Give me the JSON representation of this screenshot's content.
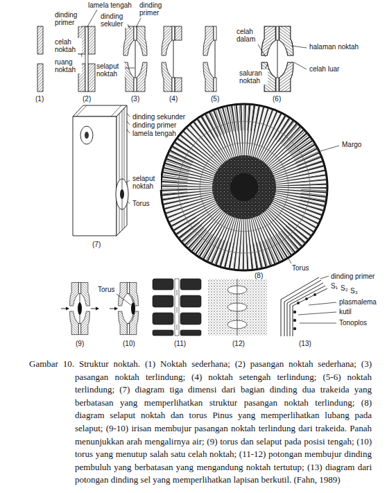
{
  "diagram": {
    "caption": "Gambar 10. Struktur noktah. (1) Noktah sederhana; (2) pasangan noktah sederhana; (3) pasangan noktah terlindung; (4) noktah setengah terlindung; (5-6) noktah terlindung; (7) diagram tiga dimensi dari bagian dinding dua trakeida yang berbatasan yang memperlihatkan struktur pasangan noktah terlindung; (8) diagram selaput noktah dan torus Pinus yang memperlihatkan lubang pada selaput; (9-10) irisan membujur pasangan noktah terlindung dari trakeida. Panah menunjukkan arah mengalirnya air; (9) torus dan selaput pada posisi tengah; (10) torus yang menutup salah satu celah noktah; (11-12) potongan membujur dinding pembuluh yang berbatasan yang mengandung noktah tertutup; (13) diagram dari potongan dinding sel yang memperlihatkan lapisan berkutil. (Fahn, 1989)",
    "labels": [
      "lamela tengah",
      "dinding primer",
      "dinding sekuler",
      "dinding primer",
      "celah noktah",
      "ruang noktah",
      "selaput noktah",
      "celah dalam",
      "halaman noktah",
      "celah luar",
      "saluran noktah",
      "(1)",
      "(2)",
      "(3)",
      "(4)",
      "(5)",
      "(6)",
      "dinding sekunder",
      "dinding primer",
      "lamela tengah",
      "selaput noktah",
      "Torus",
      "(7)",
      "Margo",
      "Torus",
      "(8)",
      "dinding primer",
      "S₁",
      "S₂",
      "S₃",
      "plasmalema",
      "kutil",
      "Tonoplos",
      "Torus",
      "(9)",
      "(10)",
      "(11)",
      "(12)",
      "(13)"
    ]
  }
}
